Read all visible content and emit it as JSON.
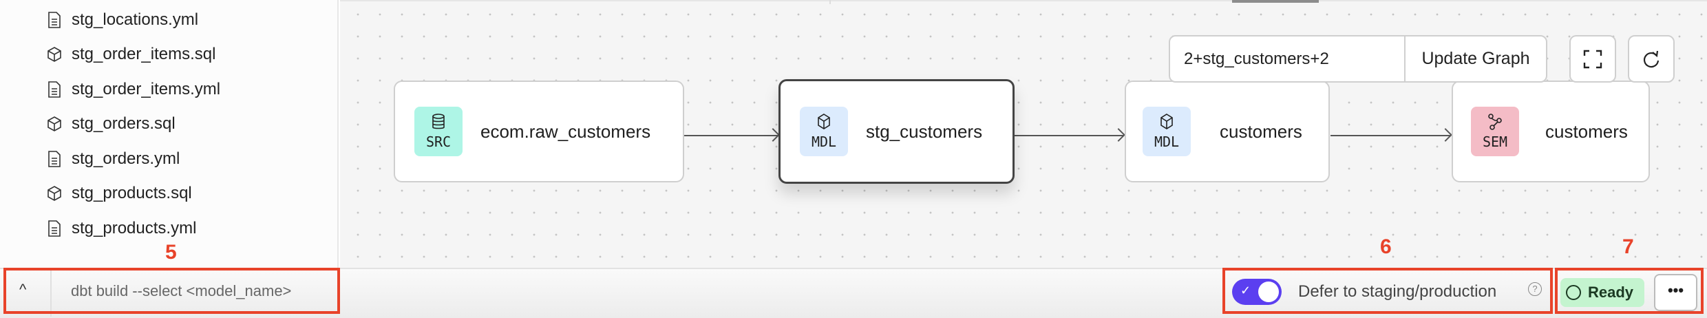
{
  "sidebar": {
    "files": [
      {
        "name": "stg_locations.yml",
        "icon": "file-text-icon"
      },
      {
        "name": "stg_order_items.sql",
        "icon": "cube-icon"
      },
      {
        "name": "stg_order_items.yml",
        "icon": "file-text-icon"
      },
      {
        "name": "stg_orders.sql",
        "icon": "cube-icon"
      },
      {
        "name": "stg_orders.yml",
        "icon": "file-text-icon"
      },
      {
        "name": "stg_products.sql",
        "icon": "cube-icon"
      },
      {
        "name": "stg_products.yml",
        "icon": "file-text-icon"
      }
    ]
  },
  "graph": {
    "selector_value": "2+stg_customers+2",
    "update_label": "Update Graph",
    "nodes": [
      {
        "type": "SRC",
        "name": "ecom.raw_customers",
        "color": "#aef5e6",
        "icon": "database-icon"
      },
      {
        "type": "MDL",
        "name": "stg_customers",
        "color": "#dcebfd",
        "icon": "cube-icon",
        "selected": true
      },
      {
        "type": "MDL",
        "name": "customers",
        "color": "#dcebfd",
        "icon": "cube-icon"
      },
      {
        "type": "SEM",
        "name": "customers",
        "color": "#f4bcc6",
        "icon": "semantic-graph-icon"
      }
    ]
  },
  "bottom": {
    "command_placeholder": "dbt build --select <model_name>",
    "defer_label": "Defer to staging/production",
    "defer_enabled": true,
    "status": "Ready",
    "more_label": "•••"
  },
  "annotations": {
    "a5": "5",
    "a6": "6",
    "a7": "7",
    "color": "#e8432a"
  }
}
